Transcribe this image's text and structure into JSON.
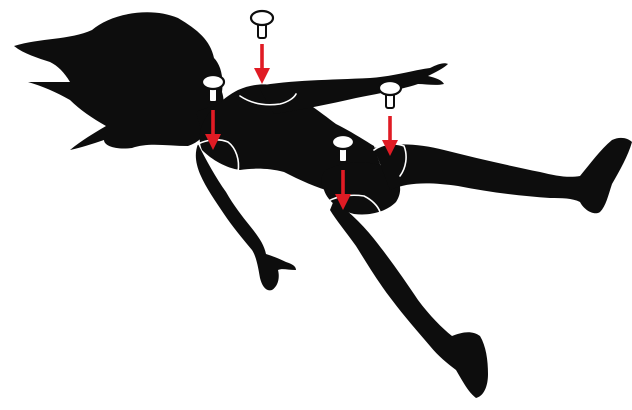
{
  "illustration": {
    "subject": "pinned-paper-doll-silhouette",
    "pin_count": 4,
    "pins": [
      {
        "name": "shoulder-pin",
        "icon": "thumbtack-icon"
      },
      {
        "name": "left-arm-pin",
        "icon": "thumbtack-icon"
      },
      {
        "name": "right-arm-pin",
        "icon": "thumbtack-icon"
      },
      {
        "name": "hip-pin",
        "icon": "thumbtack-icon"
      }
    ],
    "colors": {
      "background": "#ffffff",
      "silhouette": "#0d0d0d",
      "arrow": "#e01b24",
      "tack": "#ffffff",
      "seam": "#ffffff"
    }
  }
}
